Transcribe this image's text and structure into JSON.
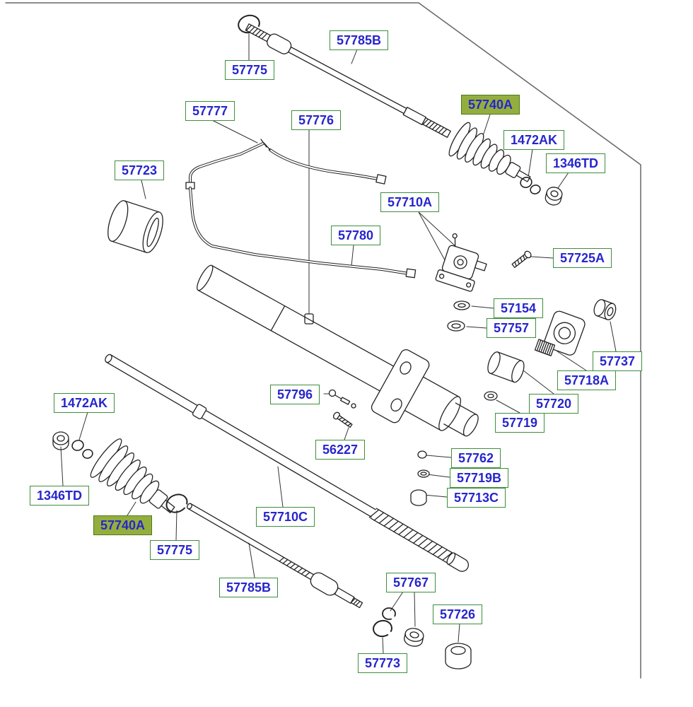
{
  "colors": {
    "background": "#ffffff",
    "label_border": "#3e8e3e",
    "label_text": "#2626cc",
    "highlight_bg": "#94ae3d",
    "line_color": "#222222"
  },
  "diagram_type": "exploded-parts-diagram-steering-gear",
  "labels": [
    {
      "part": "57775",
      "highlighted": false
    },
    {
      "part": "57785B",
      "highlighted": false
    },
    {
      "part": "57740A",
      "highlighted": true
    },
    {
      "part": "1472AK",
      "highlighted": false
    },
    {
      "part": "1346TD",
      "highlighted": false
    },
    {
      "part": "57777",
      "highlighted": false
    },
    {
      "part": "57776",
      "highlighted": false
    },
    {
      "part": "57723",
      "highlighted": false
    },
    {
      "part": "57710A",
      "highlighted": false
    },
    {
      "part": "57780",
      "highlighted": false
    },
    {
      "part": "57725A",
      "highlighted": false
    },
    {
      "part": "57154",
      "highlighted": false
    },
    {
      "part": "57757",
      "highlighted": false
    },
    {
      "part": "57737",
      "highlighted": false
    },
    {
      "part": "57718A",
      "highlighted": false
    },
    {
      "part": "57720",
      "highlighted": false
    },
    {
      "part": "57719",
      "highlighted": false
    },
    {
      "part": "57796",
      "highlighted": false
    },
    {
      "part": "1472AK",
      "highlighted": false
    },
    {
      "part": "56227",
      "highlighted": false
    },
    {
      "part": "57762",
      "highlighted": false
    },
    {
      "part": "57719B",
      "highlighted": false
    },
    {
      "part": "57713C",
      "highlighted": false
    },
    {
      "part": "1346TD",
      "highlighted": false
    },
    {
      "part": "57740A",
      "highlighted": true
    },
    {
      "part": "57775",
      "highlighted": false
    },
    {
      "part": "57710C",
      "highlighted": false
    },
    {
      "part": "57785B",
      "highlighted": false
    },
    {
      "part": "57767",
      "highlighted": false
    },
    {
      "part": "57726",
      "highlighted": false
    },
    {
      "part": "57773",
      "highlighted": false
    }
  ]
}
